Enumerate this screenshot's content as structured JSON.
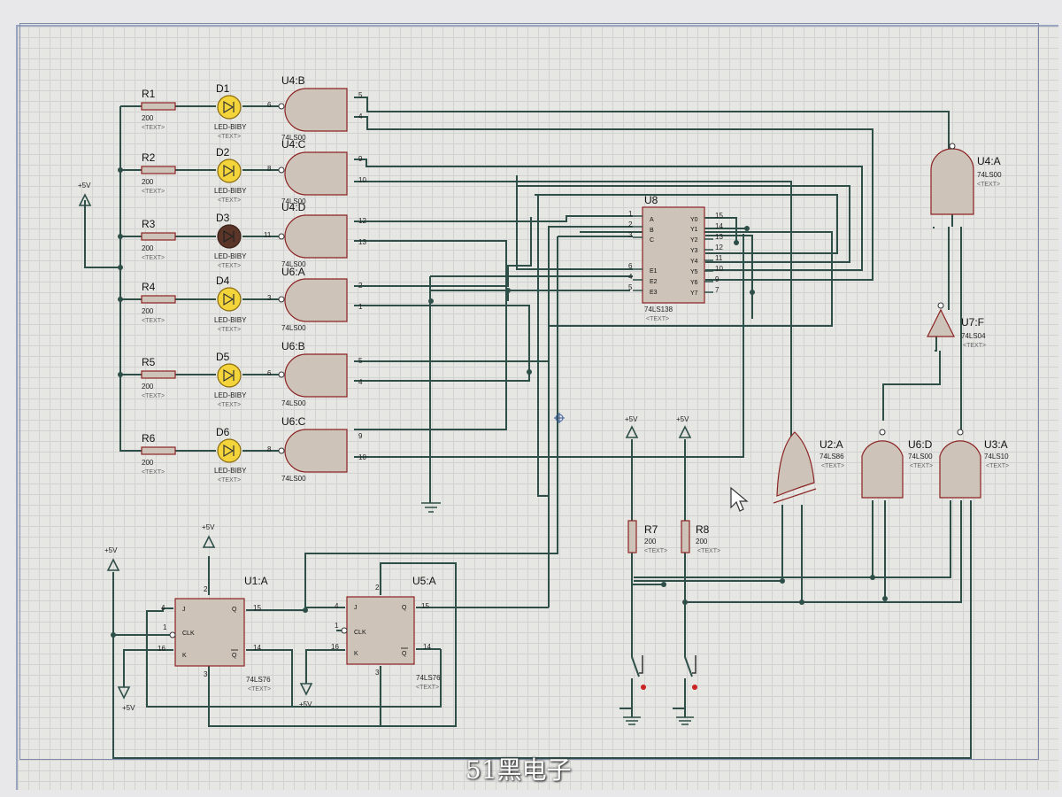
{
  "power": {
    "vcc_label": "+5V"
  },
  "resistors": [
    {
      "ref": "R1",
      "value": "200",
      "text": "<TEXT>"
    },
    {
      "ref": "R2",
      "value": "200",
      "text": "<TEXT>"
    },
    {
      "ref": "R3",
      "value": "200",
      "text": "<TEXT>"
    },
    {
      "ref": "R4",
      "value": "200",
      "text": "<TEXT>"
    },
    {
      "ref": "R5",
      "value": "200",
      "text": "<TEXT>"
    },
    {
      "ref": "R6",
      "value": "200",
      "text": "<TEXT>"
    },
    {
      "ref": "R7",
      "value": "200",
      "text": "<TEXT>"
    },
    {
      "ref": "R8",
      "value": "200",
      "text": "<TEXT>"
    }
  ],
  "leds": [
    {
      "ref": "D1",
      "type": "LED-BIBY",
      "text": "<TEXT>",
      "state": "on"
    },
    {
      "ref": "D2",
      "type": "LED-BIBY",
      "text": "<TEXT>",
      "state": "on"
    },
    {
      "ref": "D3",
      "type": "LED-BIBY",
      "text": "<TEXT>",
      "state": "off"
    },
    {
      "ref": "D4",
      "type": "LED-BIBY",
      "text": "<TEXT>",
      "state": "on"
    },
    {
      "ref": "D5",
      "type": "LED-BIBY",
      "text": "<TEXT>",
      "state": "on"
    },
    {
      "ref": "D6",
      "type": "LED-BIBY",
      "text": "<TEXT>",
      "state": "on"
    }
  ],
  "nand_gates": [
    {
      "ref": "U4:B",
      "part": "74LS00",
      "pin_out": "6",
      "pin_a": "5",
      "pin_b": "4"
    },
    {
      "ref": "U4:C",
      "part": "74LS00",
      "pin_out": "8",
      "pin_a": "9",
      "pin_b": "10"
    },
    {
      "ref": "U4:D",
      "part": "74LS00",
      "pin_out": "11",
      "pin_a": "12",
      "pin_b": "13"
    },
    {
      "ref": "U6:A",
      "part": "74LS00",
      "pin_out": "3",
      "pin_a": "2",
      "pin_b": "1"
    },
    {
      "ref": "U6:B",
      "part": "74LS00",
      "pin_out": "6",
      "pin_a": "5",
      "pin_b": "4"
    },
    {
      "ref": "U6:C",
      "part": "74LS00",
      "pin_out": "8",
      "pin_a": "9",
      "pin_b": "10"
    }
  ],
  "decoder": {
    "ref": "U8",
    "part": "74LS138",
    "text": "<TEXT>",
    "left_pins": [
      {
        "num": "1",
        "name": "A"
      },
      {
        "num": "2",
        "name": "B"
      },
      {
        "num": "3",
        "name": "C"
      },
      {
        "num": "6",
        "name": "E1"
      },
      {
        "num": "4",
        "name": "E2"
      },
      {
        "num": "5",
        "name": "E3"
      }
    ],
    "right_pins": [
      {
        "num": "15",
        "name": "Y0"
      },
      {
        "num": "14",
        "name": "Y1"
      },
      {
        "num": "13",
        "name": "Y2"
      },
      {
        "num": "12",
        "name": "Y3"
      },
      {
        "num": "11",
        "name": "Y4"
      },
      {
        "num": "10",
        "name": "Y5"
      },
      {
        "num": "9",
        "name": "Y6"
      },
      {
        "num": "7",
        "name": "Y7"
      }
    ]
  },
  "right_gates": [
    {
      "ref": "U4:A",
      "part": "74LS00",
      "text": "<TEXT>"
    },
    {
      "ref": "U7:F",
      "part": "74LS04",
      "text": "<TEXT>"
    },
    {
      "ref": "U2:A",
      "part": "74LS86",
      "text": "<TEXT>"
    },
    {
      "ref": "U6:D",
      "part": "74LS00",
      "text": "<TEXT>"
    },
    {
      "ref": "U3:A",
      "part": "74LS10",
      "text": "<TEXT>"
    }
  ],
  "flipflops": [
    {
      "ref": "U1:A",
      "part": "74LS76",
      "text": "<TEXT>",
      "pins": {
        "j": "4",
        "clk": "1",
        "k": "16",
        "q": "15",
        "qn": "14",
        "s": "2",
        "r": "3"
      }
    },
    {
      "ref": "U5:A",
      "part": "74LS76",
      "text": "<TEXT>",
      "pins": {
        "j": "4",
        "clk": "1",
        "k": "16",
        "q": "15",
        "qn": "14",
        "s": "2",
        "r": "3"
      }
    }
  ],
  "pin_labels": {
    "j": "J",
    "clk": "CLK",
    "k": "K",
    "q": "Q"
  },
  "watermark": "51黑电子",
  "colors": {
    "wire": "#2e4e48",
    "component_fill": "#cdc3b8",
    "component_stroke": "#8b2323",
    "led_on": "#f3d43a",
    "led_off": "#5a3528",
    "grid": "#d2d2d2"
  }
}
